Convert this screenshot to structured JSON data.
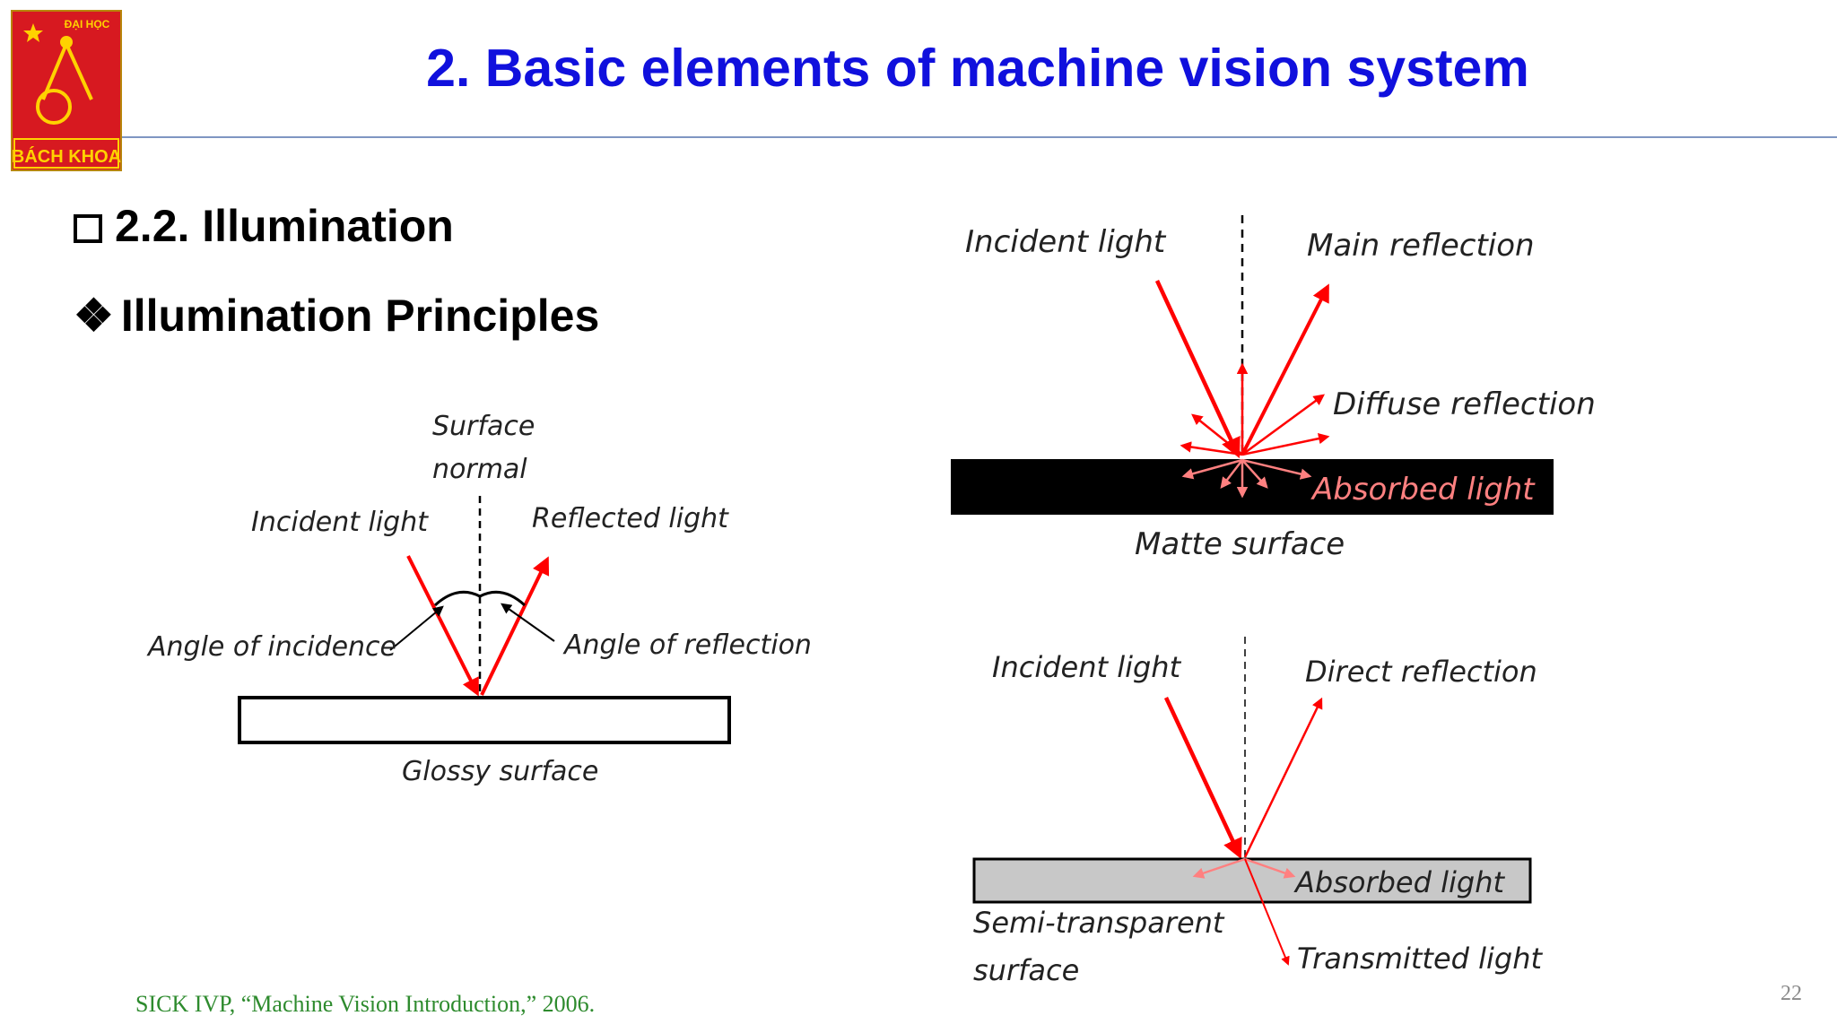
{
  "slide": {
    "title": "2. Basic elements of machine vision system",
    "section_heading": "2.2. Illumination",
    "subheading": "Illumination Principles",
    "slide_number": "22",
    "citation": "SICK IVP, “Machine Vision Introduction,” 2006."
  },
  "logo": {
    "top_text": "ĐẠI HỌC",
    "bottom_text": "BÁCH KHOA"
  },
  "glossy_diagram": {
    "normal_label_line1": "Surface",
    "normal_label_line2": "normal",
    "incident_label": "Incident light",
    "reflected_label": "Reflected light",
    "angle_incidence_label": "Angle of incidence",
    "angle_reflection_label": "Angle of reflection",
    "surface_label": "Glossy surface"
  },
  "matte_diagram": {
    "incident_label": "Incident light",
    "main_reflection_label": "Main reflection",
    "diffuse_label": "Diffuse reflection",
    "absorbed_label": "Absorbed light",
    "surface_label": "Matte surface"
  },
  "semi_diagram": {
    "incident_label": "Incident light",
    "direct_reflection_label": "Direct reflection",
    "absorbed_label": "Absorbed light",
    "surface_label_line1": "Semi-transparent",
    "surface_label_line2": "surface",
    "transmitted_label": "Transmitted light"
  },
  "colors": {
    "title": "#1010dd",
    "light_ray": "#ff0000",
    "faint_ray": "#ff8080",
    "citation": "#2e8b2e",
    "logo_red": "#d71920",
    "logo_yellow": "#ffd200"
  }
}
